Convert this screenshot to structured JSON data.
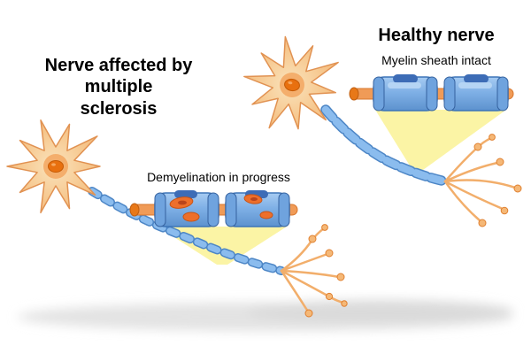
{
  "diagram": {
    "ms": {
      "title": "Nerve affected by\nmultiple\nsclerosis",
      "zoom_label": "Demyelination in progress"
    },
    "healthy": {
      "title": "Healthy nerve",
      "zoom_label": "Myelin sheath intact"
    },
    "colors": {
      "myelin_blue": "#7FB3E8",
      "myelin_outline": "#3C74B8",
      "axon_orange": "#F09B57",
      "soma_peach": "#F5BD7E",
      "nucleus_orange": "#E87818",
      "lesion_orange": "#ED6F2B",
      "beam_yellow": "#FBF3A0",
      "shadow_gray": "#E0E0E0",
      "background": "#FFFFFF"
    }
  }
}
